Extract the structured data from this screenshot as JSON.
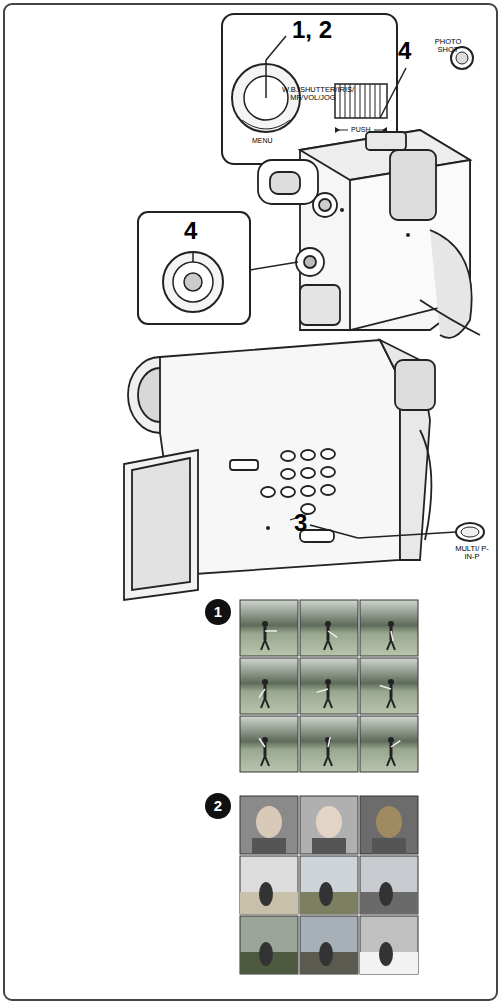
{
  "diagram": {
    "labels": [
      "1, 2",
      "W.B./SHUTTER/IRIS/ MF/VOL/JOG",
      "MENU",
      "PUSH",
      "4",
      "PHOTO SHOT",
      "4",
      "3",
      "MULTI/ P-IN-P",
      "1",
      "2"
    ]
  }
}
